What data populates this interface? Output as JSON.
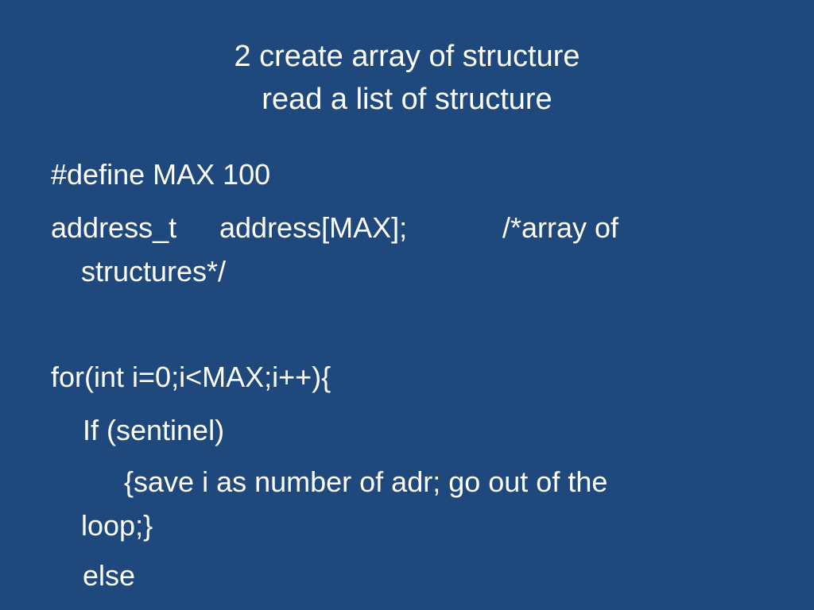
{
  "title": {
    "line1": "2 create array of structure",
    "line2": "read a list of structure"
  },
  "body": {
    "define_line": "#define MAX 100",
    "decl_type": "address_t",
    "decl_var": "address[MAX];",
    "decl_comment": "/*array of",
    "decl_comment_cont": "structures*/",
    "for_line": "for(int i=0;i<MAX;i++){",
    "if_line": "If (sentinel)",
    "save_line": "{save i as number of adr; go out of the",
    "save_line_cont": "loop;}",
    "else_line": "else"
  },
  "colors": {
    "background": "#1f497d",
    "text": "#ffffff"
  }
}
